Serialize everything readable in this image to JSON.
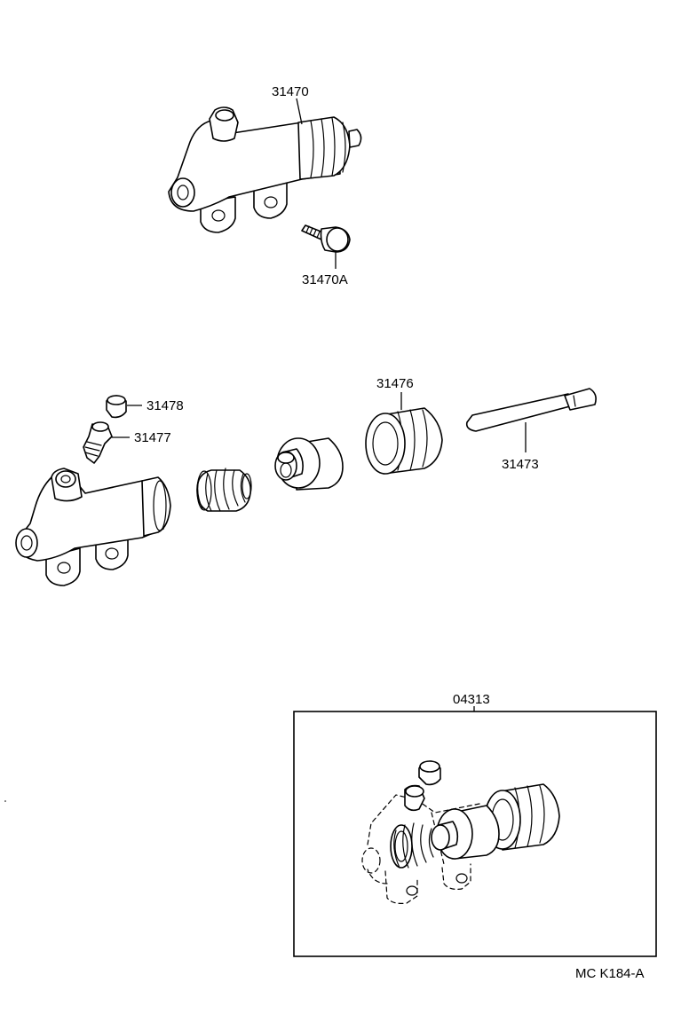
{
  "labels": {
    "cylinder_assembly": "31470",
    "bolt": "31470A",
    "bleeder_cap": "31478",
    "bleeder_plug": "31477",
    "boot": "31476",
    "push_rod": "31473",
    "repair_kit": "04313",
    "diagram_code": "MC K184-A"
  }
}
